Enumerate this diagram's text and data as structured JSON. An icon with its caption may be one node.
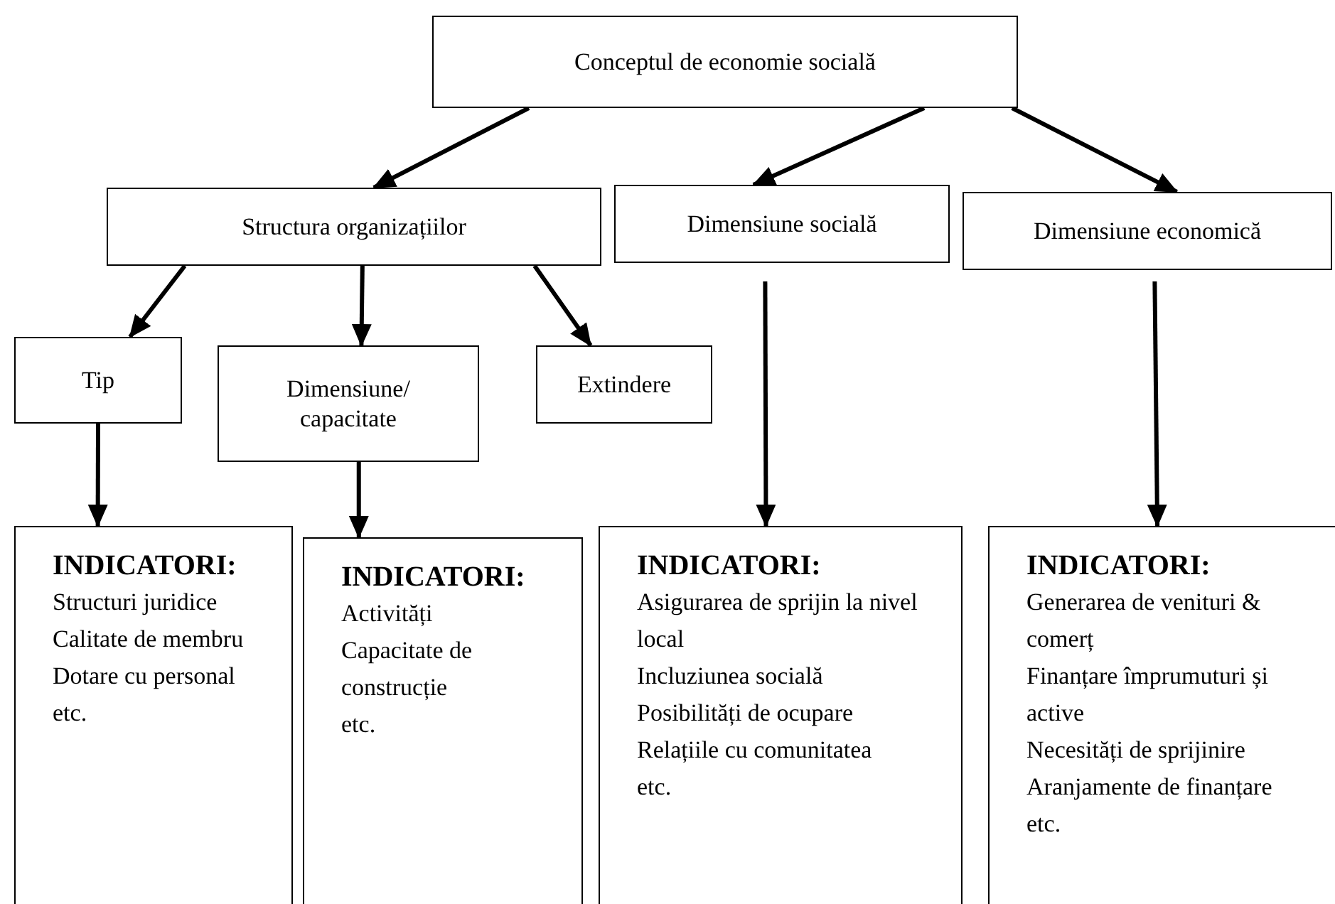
{
  "diagram": {
    "nodes": [
      {
        "text": [
          "Conceptul de economie socială"
        ]
      },
      {
        "text": [
          "Structura organizațiilor"
        ]
      },
      {
        "text": [
          "Dimensiune socială"
        ]
      },
      {
        "text": [
          "Dimensiune economică"
        ]
      },
      {
        "text": [
          "Tip"
        ]
      },
      {
        "text": [
          "Dimensiune/ capacitate"
        ]
      },
      {
        "text": [
          "Extindere"
        ]
      },
      {
        "text": [
          "INDICATORI:",
          "Structuri juridice",
          "Calitate de membru",
          "Dotare cu personal",
          "etc."
        ]
      },
      {
        "text": [
          "INDICATORI:",
          "Activități",
          "Capacitate de construcție",
          "etc."
        ]
      },
      {
        "text": [
          "INDICATORI:",
          "Asigurarea de sprijin la nivel local",
          "Incluziunea socială",
          "Posibilități de ocupare",
          "Relațiile cu comunitatea",
          "etc."
        ]
      },
      {
        "text": [
          "INDICATORI:",
          "Generarea de venituri & comerț",
          "Finanțare împrumuturi și active",
          "Necesități de sprijinire",
          "Aranjamente de finanțare",
          "etc."
        ]
      }
    ],
    "edges": [
      {
        "from": 0,
        "to": 1,
        "arrow": "to"
      },
      {
        "from": 0,
        "to": 2,
        "arrow": "to"
      },
      {
        "from": 0,
        "to": 3,
        "arrow": "to"
      },
      {
        "from": 1,
        "to": 4,
        "arrow": "to"
      },
      {
        "from": 1,
        "to": 5,
        "arrow": "to"
      },
      {
        "from": 1,
        "to": 6,
        "arrow": "to"
      },
      {
        "from": 4,
        "to": 7,
        "arrow": "to"
      },
      {
        "from": 5,
        "to": 8,
        "arrow": "to"
      },
      {
        "from": 2,
        "to": 9,
        "arrow": "to"
      },
      {
        "from": 3,
        "to": 10,
        "arrow": "to"
      }
    ]
  }
}
